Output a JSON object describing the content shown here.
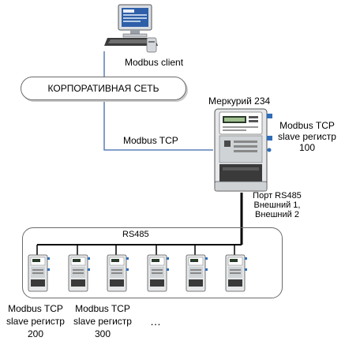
{
  "client": {
    "label": "Modbus client",
    "icon": "desktop-computer-icon"
  },
  "network": {
    "label": "КОРПОРАТИВНАЯ СЕТЬ"
  },
  "tcp_link": {
    "label": "Modbus TCP"
  },
  "main_meter": {
    "title": "Меркурий 234",
    "slave_line1": "Modbus TCP",
    "slave_line2": "slave регистр",
    "slave_register": "100",
    "port_line1": "Порт RS485",
    "port_line2": "Внешний 1,",
    "port_line3": "Внешний 2",
    "icon": "electricity-meter-icon"
  },
  "bus": {
    "label": "RS485"
  },
  "slaves": [
    {
      "line1": "Modbus TCP",
      "line2": "slave регистр",
      "register": "200"
    },
    {
      "line1": "Modbus TCP",
      "line2": "slave регистр",
      "register": "300"
    }
  ],
  "ellipsis": "…",
  "colors": {
    "link_line": "#5b7fb5",
    "bus_line": "#000000",
    "frame": "#6b6b6b"
  }
}
